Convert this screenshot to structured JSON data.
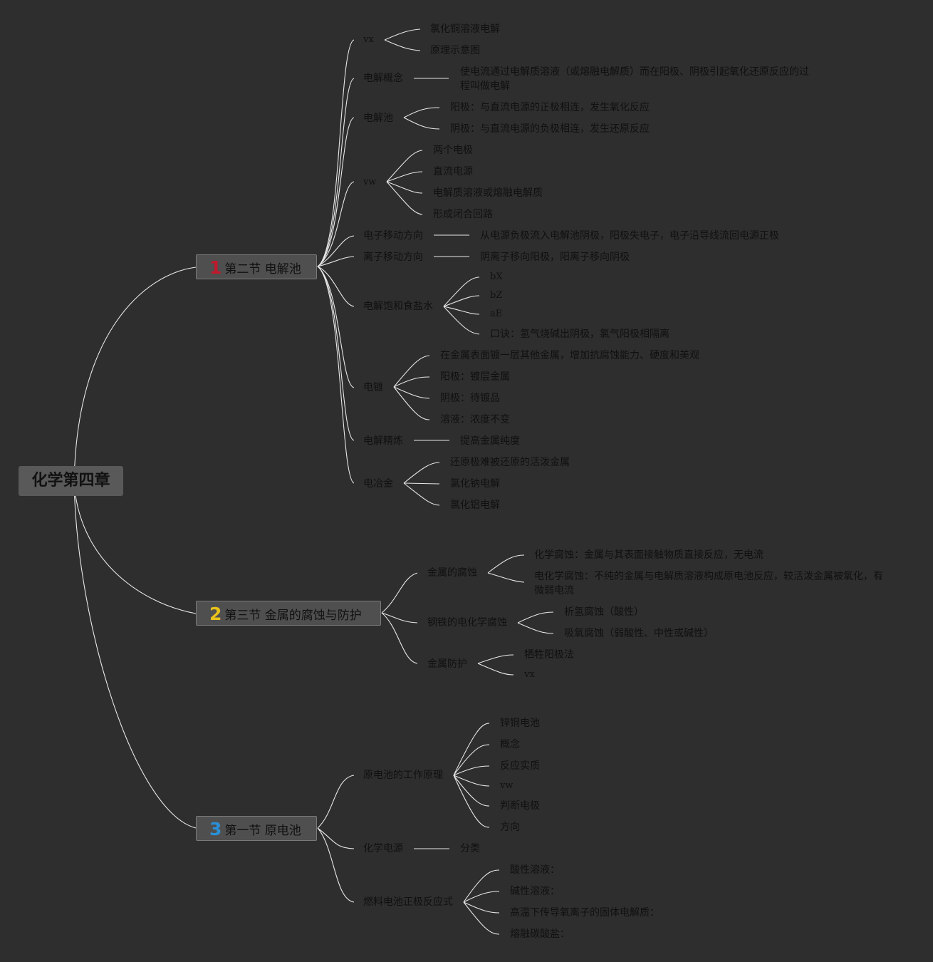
{
  "colors": {
    "num1": "#c0192c",
    "num2": "#e8c21b",
    "num3": "#2a8fd6",
    "line": "#e8e8e8"
  },
  "root": {
    "label": "化学第四章"
  },
  "branches": [
    {
      "num": "1",
      "label": "第二节 电解池"
    },
    {
      "num": "2",
      "label": "第三节 金属的腐蚀与防护"
    },
    {
      "num": "3",
      "label": "第一节 原电池"
    }
  ],
  "b1": {
    "vx": {
      "label": "vx",
      "children": [
        "氯化铜溶液电解",
        "原理示意图"
      ]
    },
    "concept": {
      "label": "电解概念",
      "child": "使电流通过电解质溶液（或熔融电解质）而在阳极、阴极引起氧化还原反应的过程叫做电解"
    },
    "cell": {
      "label": "电解池",
      "children": [
        "阳极：与直流电源的正极相连，发生氧化反应",
        "阴极：与直流电源的负极相连，发生还原反应"
      ]
    },
    "vw": {
      "label": "vw",
      "children": [
        "两个电极",
        "直流电源",
        "电解质溶液或熔融电解质",
        "形成闭合回路"
      ]
    },
    "electron": {
      "label": "电子移动方向",
      "child": "从电源负极流入电解池阴极，阳极失电子，电子沿导线流回电源正极"
    },
    "ion": {
      "label": "离子移动方向",
      "child": "阴离子移向阳极，阳离子移向阴极"
    },
    "brine": {
      "label": "电解饱和食盐水",
      "children": [
        "bX",
        "bZ",
        "aE",
        "口诀：氢气烧碱出阴极，氯气阳极相隔离"
      ]
    },
    "plating": {
      "label": "电镀",
      "children": [
        "在金属表面镀一层其他金属，增加抗腐蚀能力、硬度和美观",
        "阳极：镀层金属",
        "阴极：待镀品",
        "溶液：浓度不变"
      ]
    },
    "refining": {
      "label": "电解精炼",
      "child": "提高金属纯度"
    },
    "metallurgy": {
      "label": "电冶金",
      "children": [
        "还原极难被还原的活泼金属",
        "氯化钠电解",
        "氯化铝电解"
      ]
    }
  },
  "b2": {
    "corrosion": {
      "label": "金属的腐蚀",
      "children": [
        "化学腐蚀：金属与其表面接触物质直接反应，无电流",
        "电化学腐蚀：不纯的金属与电解质溶液构成原电池反应，较活泼金属被氧化，有微弱电流"
      ]
    },
    "steel": {
      "label": "钢铁的电化学腐蚀",
      "children": [
        "析氢腐蚀（酸性）",
        "吸氧腐蚀（弱酸性、中性或碱性）"
      ]
    },
    "protect": {
      "label": "金属防护",
      "children": [
        "牺牲阳极法",
        "vx"
      ]
    }
  },
  "b3": {
    "principle": {
      "label": "原电池的工作原理",
      "children": [
        "锌铜电池",
        "概念",
        "反应实质",
        "vw",
        "判断电极",
        "方向"
      ]
    },
    "source": {
      "label": "化学电源",
      "child": "分类"
    },
    "fuel": {
      "label": "燃料电池正极反应式",
      "children": [
        "酸性溶液：",
        "碱性溶液：",
        "高温下传导氧离子的固体电解质：",
        "熔融碳酸盐："
      ]
    }
  }
}
